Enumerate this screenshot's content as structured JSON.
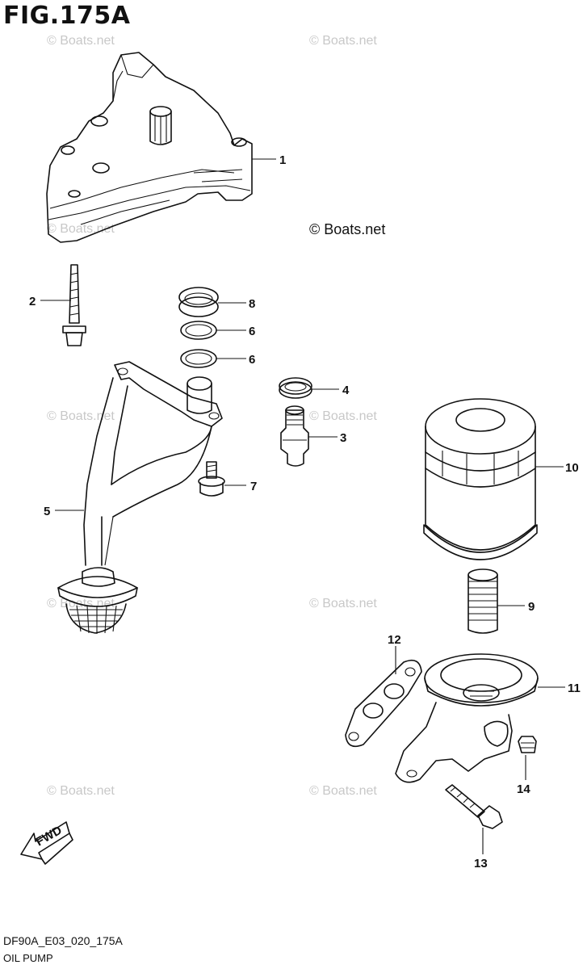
{
  "figure": {
    "title": "FIG.175A",
    "code": "DF90A_E03_020_175A",
    "subtitle": "OIL PUMP"
  },
  "watermark": {
    "small": "© Boats.net",
    "large": "© Boats.net"
  },
  "fwd_label": "FWD",
  "parts": [
    "1",
    "2",
    "3",
    "4",
    "5",
    "6",
    "6",
    "7",
    "8",
    "9",
    "10",
    "11",
    "12",
    "13",
    "14"
  ]
}
